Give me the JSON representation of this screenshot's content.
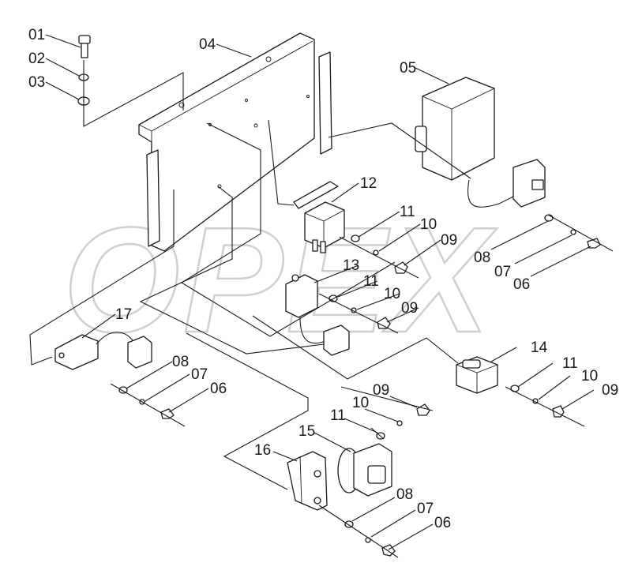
{
  "diagram": {
    "watermark": "OPEX",
    "callouts": [
      {
        "id": "01",
        "text": "01"
      },
      {
        "id": "02",
        "text": "02"
      },
      {
        "id": "03",
        "text": "03"
      },
      {
        "id": "04",
        "text": "04"
      },
      {
        "id": "05",
        "text": "05"
      },
      {
        "id": "12",
        "text": "12"
      },
      {
        "id": "11a",
        "text": "11"
      },
      {
        "id": "10a",
        "text": "10"
      },
      {
        "id": "09a",
        "text": "09"
      },
      {
        "id": "13",
        "text": "13"
      },
      {
        "id": "11b",
        "text": "11"
      },
      {
        "id": "10b",
        "text": "10"
      },
      {
        "id": "09b",
        "text": "09"
      },
      {
        "id": "08a",
        "text": "08"
      },
      {
        "id": "07a",
        "text": "07"
      },
      {
        "id": "06a",
        "text": "06"
      },
      {
        "id": "17",
        "text": "17"
      },
      {
        "id": "08b",
        "text": "08"
      },
      {
        "id": "07b",
        "text": "07"
      },
      {
        "id": "06b",
        "text": "06"
      },
      {
        "id": "14",
        "text": "14"
      },
      {
        "id": "11c",
        "text": "11"
      },
      {
        "id": "10c",
        "text": "10"
      },
      {
        "id": "09c",
        "text": "09"
      },
      {
        "id": "09d",
        "text": "09"
      },
      {
        "id": "10d",
        "text": "10"
      },
      {
        "id": "11d",
        "text": "11"
      },
      {
        "id": "15",
        "text": "15"
      },
      {
        "id": "16",
        "text": "16"
      },
      {
        "id": "08c",
        "text": "08"
      },
      {
        "id": "07c",
        "text": "07"
      },
      {
        "id": "06c",
        "text": "06"
      }
    ]
  }
}
